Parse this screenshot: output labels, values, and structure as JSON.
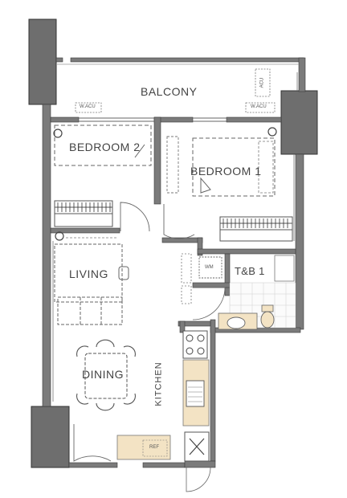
{
  "plan": {
    "rooms": {
      "balcony": "BALCONY",
      "bedroom2": "BEDROOM 2",
      "bedroom1": "BEDROOM 1",
      "tb1": "T&B 1",
      "living": "LIVING",
      "dining": "DINING",
      "kitchen": "KITCHEN"
    },
    "fixtures": {
      "acu_left": "W.ACU",
      "acu_right": "W.ACU",
      "acu_top": "ACU",
      "wm": "WM",
      "ref": "REF"
    },
    "colors": {
      "wall": "#7b7b7b",
      "column": "#6e6e6e",
      "line": "#555555",
      "counter": "#f3e3c4",
      "furniture": "#666666"
    }
  }
}
